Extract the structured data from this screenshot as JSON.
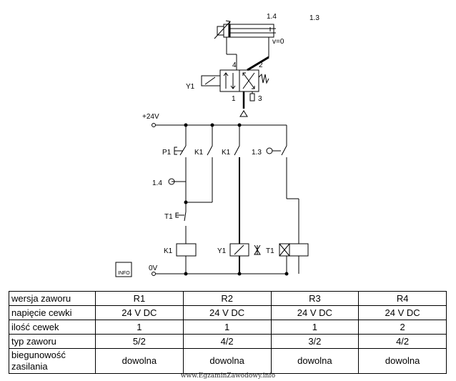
{
  "diagram": {
    "labels": {
      "sensor_a": "1.4",
      "sensor_b": "1.3",
      "speed": "v=0",
      "port_4": "4",
      "port_2": "2",
      "port_1": "1",
      "port_3": "3",
      "solenoid_valve": "Y1",
      "supply": "+24V",
      "ground": "0V",
      "p1": "P1",
      "k1_a": "K1",
      "k1_b": "K1",
      "sensor_13": "1.3",
      "sensor_14": "1.4",
      "timer_contact": "T1",
      "k1_coil": "K1",
      "y1_coil": "Y1",
      "t1_coil": "T1",
      "info_logo": "INFO"
    }
  },
  "table": {
    "headers": [
      "wersja zaworu",
      "R1",
      "R2",
      "R3",
      "R4"
    ],
    "rows": [
      [
        "napięcie cewki",
        "24 V DC",
        "24 V DC",
        "24 V DC",
        "24 V DC"
      ],
      [
        "ilość cewek",
        "1",
        "1",
        "1",
        "2"
      ],
      [
        "typ zaworu",
        "5/2",
        "4/2",
        "3/2",
        "4/2"
      ],
      [
        "biegunowość zasilania",
        "dowolna",
        "dowolna",
        "dowolna",
        "dowolna"
      ]
    ]
  },
  "watermark": "www.EgzaminZawodowy.info"
}
